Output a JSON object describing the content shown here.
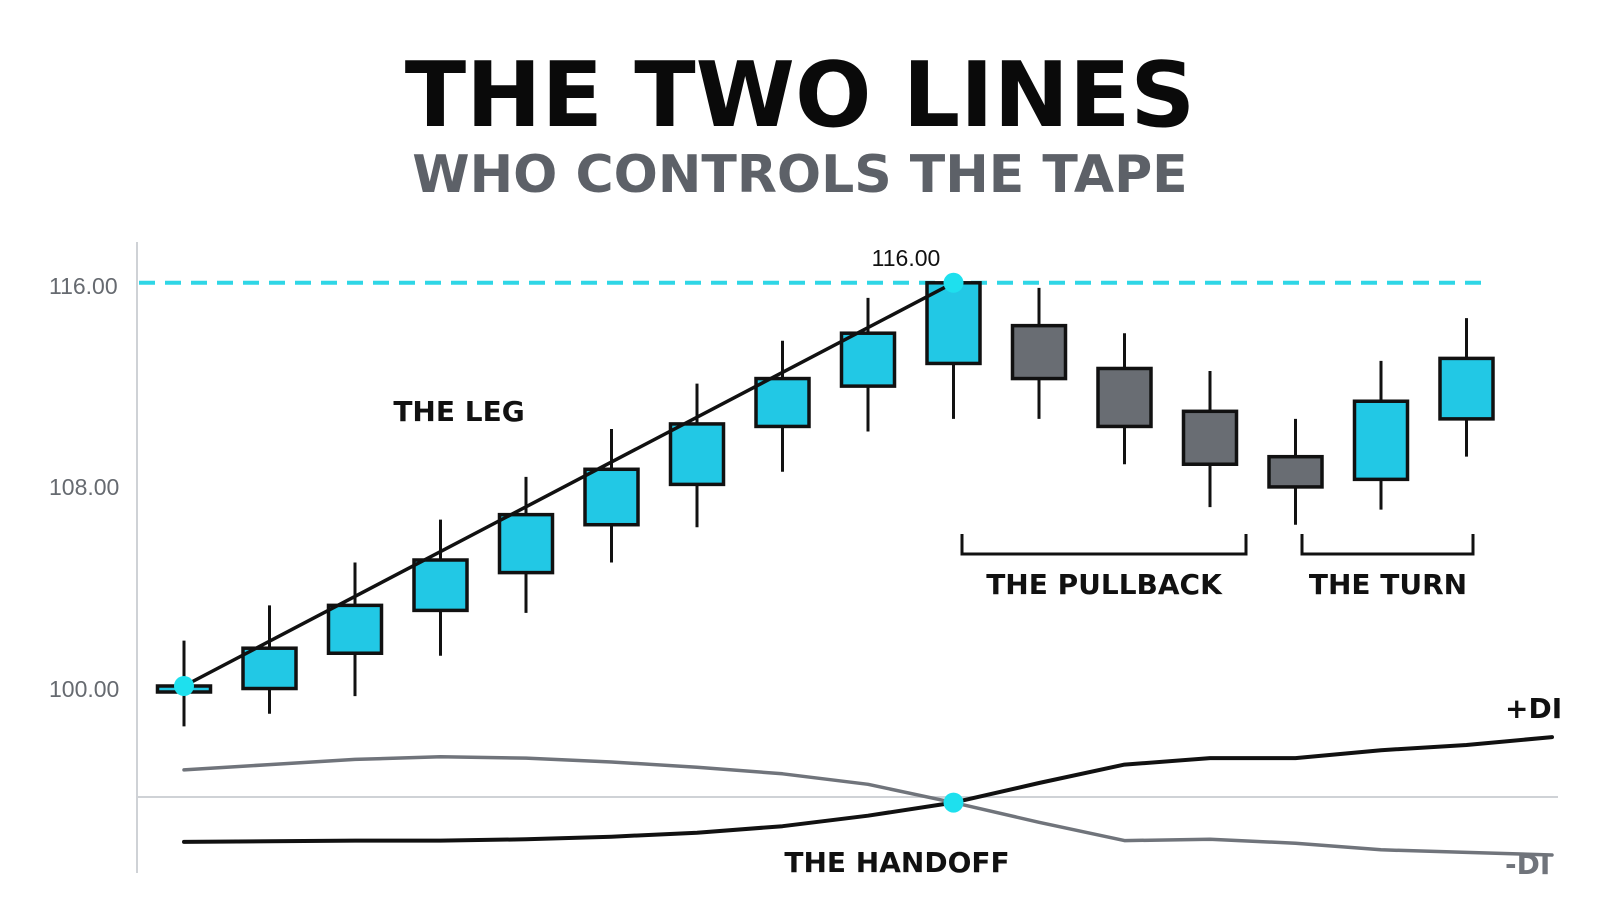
{
  "title": "THE TWO LINES",
  "subtitle": "WHO CONTROLS THE TAPE",
  "colors": {
    "bull": "#22c8e5",
    "bear": "#696d73",
    "outline": "#111111",
    "level_line": "#2fd6e6",
    "marker": "#1ee0ee",
    "axis": "#cfd2d6",
    "tick_text": "#666a70",
    "plus_di": "#111111",
    "minus_di": "#70747b",
    "title": "#0a0a0a",
    "subtitle": "#5d6168"
  },
  "chart_data": {
    "type": "candlestick",
    "y_ticks": [
      {
        "value": 100,
        "label": "100.00"
      },
      {
        "value": 108,
        "label": "108.00"
      },
      {
        "value": 116,
        "label": "116.00"
      }
    ],
    "candles": [
      {
        "open": 100.0,
        "close": 99.8,
        "high": 101.8,
        "low": 98.4,
        "direction": "up"
      },
      {
        "open": 99.9,
        "close": 101.5,
        "high": 103.2,
        "low": 98.9,
        "direction": "up"
      },
      {
        "open": 101.3,
        "close": 103.2,
        "high": 104.9,
        "low": 99.6,
        "direction": "up"
      },
      {
        "open": 103.0,
        "close": 105.0,
        "high": 106.6,
        "low": 101.2,
        "direction": "up"
      },
      {
        "open": 104.5,
        "close": 106.8,
        "high": 108.3,
        "low": 102.9,
        "direction": "up"
      },
      {
        "open": 106.4,
        "close": 108.6,
        "high": 110.2,
        "low": 104.9,
        "direction": "up"
      },
      {
        "open": 108.0,
        "close": 110.4,
        "high": 112.0,
        "low": 106.3,
        "direction": "up"
      },
      {
        "open": 110.3,
        "close": 112.2,
        "high": 113.7,
        "low": 108.5,
        "direction": "up"
      },
      {
        "open": 111.9,
        "close": 114.0,
        "high": 115.4,
        "low": 110.1,
        "direction": "up"
      },
      {
        "open": 112.8,
        "close": 116.0,
        "high": 116.0,
        "low": 110.6,
        "direction": "up"
      },
      {
        "open": 114.3,
        "close": 112.2,
        "high": 115.8,
        "low": 110.6,
        "direction": "down"
      },
      {
        "open": 112.6,
        "close": 110.3,
        "high": 114.0,
        "low": 108.8,
        "direction": "down"
      },
      {
        "open": 110.9,
        "close": 108.8,
        "high": 112.5,
        "low": 107.1,
        "direction": "down"
      },
      {
        "open": 109.1,
        "close": 107.9,
        "high": 110.6,
        "low": 106.4,
        "direction": "down"
      },
      {
        "open": 108.2,
        "close": 111.3,
        "high": 112.9,
        "low": 107.0,
        "direction": "up"
      },
      {
        "open": 110.6,
        "close": 113.0,
        "high": 114.6,
        "low": 109.1,
        "direction": "up"
      }
    ],
    "level_line": {
      "value": 116.0,
      "label": "116.00"
    },
    "trend_line": {
      "from_candle": 0,
      "from_value": 100.0,
      "to_candle": 9,
      "to_value": 116.0
    },
    "series": [
      {
        "name": "+DI",
        "values": [
          10,
          10.5,
          11,
          11,
          12,
          14,
          17,
          22,
          30,
          40,
          55,
          69,
          74,
          74,
          80,
          84,
          90
        ]
      },
      {
        "name": "-DI",
        "values": [
          65,
          69,
          73,
          75,
          74,
          71,
          67,
          62,
          54,
          40,
          25,
          11,
          12,
          9,
          4,
          2,
          0
        ]
      }
    ],
    "crossover_index": 9,
    "annotations": {
      "leg": "THE LEG",
      "pullback": "THE PULLBACK",
      "turn": "THE TURN",
      "handoff": "THE HANDOFF"
    }
  }
}
